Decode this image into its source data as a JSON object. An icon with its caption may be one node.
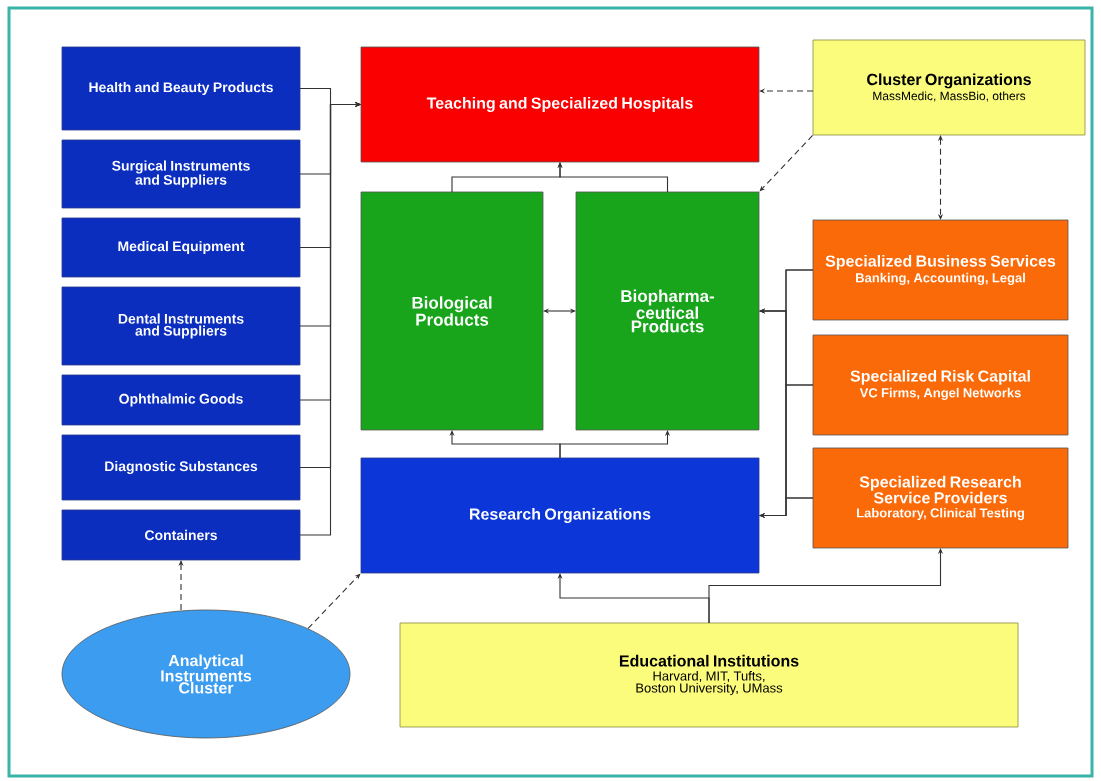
{
  "diagram": {
    "nodes": [
      {
        "text": [
          "Health and Beauty Products"
        ]
      },
      {
        "text": [
          "Surgical Instruments and Suppliers"
        ]
      },
      {
        "text": [
          "Medical Equipment"
        ]
      },
      {
        "text": [
          "Dental Instruments and Suppliers"
        ]
      },
      {
        "text": [
          "Ophthalmic Goods"
        ]
      },
      {
        "text": [
          "Diagnostic Substances"
        ]
      },
      {
        "text": [
          "Containers"
        ]
      },
      {
        "text": [
          "Teaching and Specialized Hospitals"
        ]
      },
      {
        "text": [
          "Cluster Organizations",
          "MassMedic, MassBio, others"
        ]
      },
      {
        "text": [
          "Biological Products"
        ]
      },
      {
        "text": [
          "Biopharma- ceutical Products"
        ]
      },
      {
        "text": [
          "Specialized Business Services",
          "Banking, Accounting, Legal"
        ]
      },
      {
        "text": [
          "Specialized Risk Capital",
          "VC Firms, Angel Networks"
        ]
      },
      {
        "text": [
          "Specialized Research Service Providers",
          "Laboratory, Clinical Testing"
        ]
      },
      {
        "text": [
          "Research Organizations"
        ]
      },
      {
        "text": [
          "Analytical Instruments Cluster"
        ]
      },
      {
        "text": [
          "Educational Institutions",
          "Harvard, MIT, Tufts, Boston University, UMass"
        ]
      }
    ],
    "edges": [
      {
        "from": 0,
        "to": 7,
        "arrow": "to"
      },
      {
        "from": 1,
        "to": 7,
        "arrow": "to"
      },
      {
        "from": 2,
        "to": 7,
        "arrow": "to"
      },
      {
        "from": 3,
        "to": 7,
        "arrow": "to"
      },
      {
        "from": 4,
        "to": 7,
        "arrow": "to"
      },
      {
        "from": 5,
        "to": 7,
        "arrow": "to"
      },
      {
        "from": 6,
        "to": 7,
        "arrow": "to"
      },
      {
        "from": 8,
        "to": 7,
        "arrow": "to",
        "style": "dashed"
      },
      {
        "from": 8,
        "to": 10,
        "arrow": "to",
        "style": "dashed"
      },
      {
        "from": 8,
        "to": 11,
        "arrow": "both",
        "style": "dashed"
      },
      {
        "from": 9,
        "to": 7,
        "arrow": "to"
      },
      {
        "from": 10,
        "to": 7,
        "arrow": "to"
      },
      {
        "from": 9,
        "to": 10,
        "arrow": "both"
      },
      {
        "from": 14,
        "to": 9,
        "arrow": "to"
      },
      {
        "from": 14,
        "to": 10,
        "arrow": "to"
      },
      {
        "from": 11,
        "to": 10,
        "arrow": "to"
      },
      {
        "from": 12,
        "to": 10,
        "arrow": "to"
      },
      {
        "from": 13,
        "to": 10,
        "arrow": "to"
      },
      {
        "from": 11,
        "to": 14,
        "arrow": "to"
      },
      {
        "from": 12,
        "to": 14,
        "arrow": "to"
      },
      {
        "from": 13,
        "to": 14,
        "arrow": "to"
      },
      {
        "from": 15,
        "to": 6,
        "arrow": "to",
        "style": "dashed"
      },
      {
        "from": 15,
        "to": 14,
        "arrow": "to",
        "style": "dashed"
      },
      {
        "from": 16,
        "to": 14,
        "arrow": "to"
      },
      {
        "from": 16,
        "to": 13,
        "arrow": "to"
      }
    ]
  }
}
